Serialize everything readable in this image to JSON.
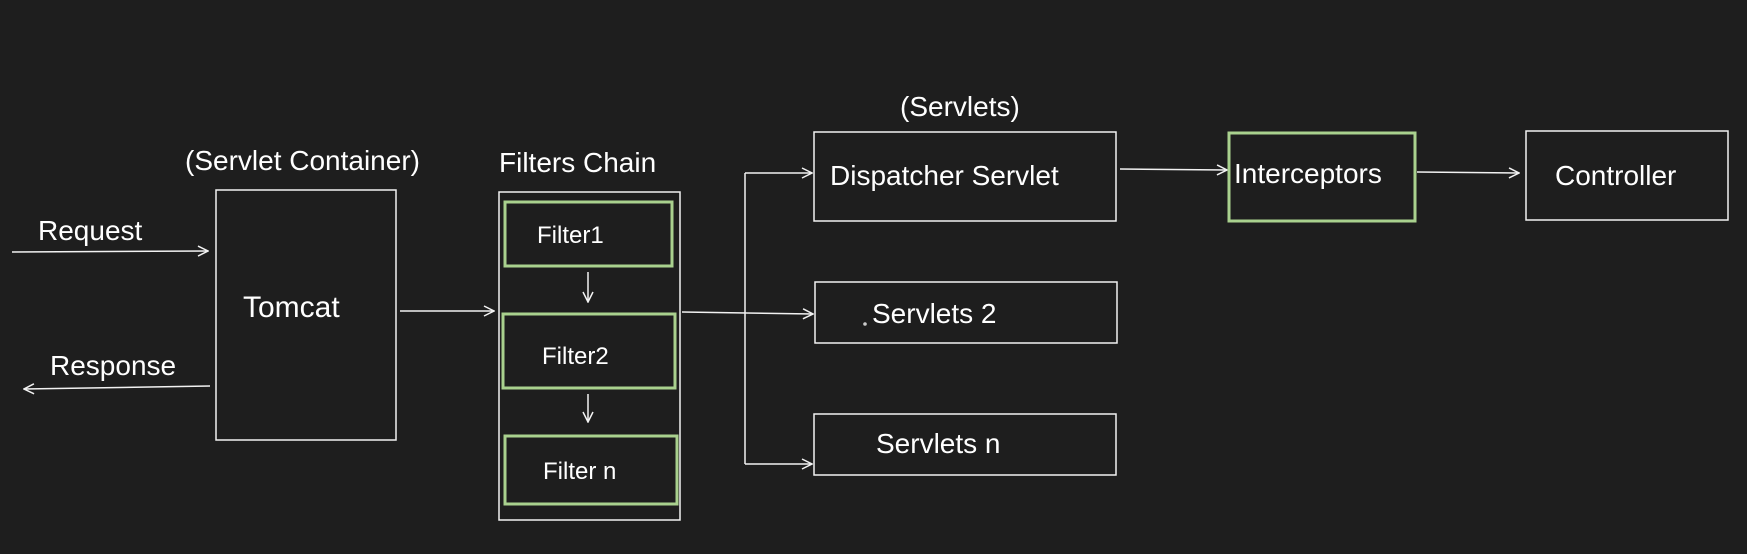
{
  "labels": {
    "request": "Request",
    "response": "Response",
    "servlet_container": "(Servlet Container)",
    "tomcat": "Tomcat",
    "filters_chain": "Filters Chain",
    "filter1": "Filter1",
    "filter2": "Filter2",
    "filter_n": "Filter n",
    "servlets_group": "(Servlets)",
    "dispatcher_servlet": "Dispatcher Servlet",
    "servlets_2": "Servlets 2",
    "servlets_n": "Servlets n",
    "interceptors": "Interceptors",
    "controller": "Controller"
  },
  "colors": {
    "background": "#1e1e1e",
    "stroke": "#f2f2f2",
    "highlight": "#a9d18e",
    "text": "#ffffff"
  }
}
